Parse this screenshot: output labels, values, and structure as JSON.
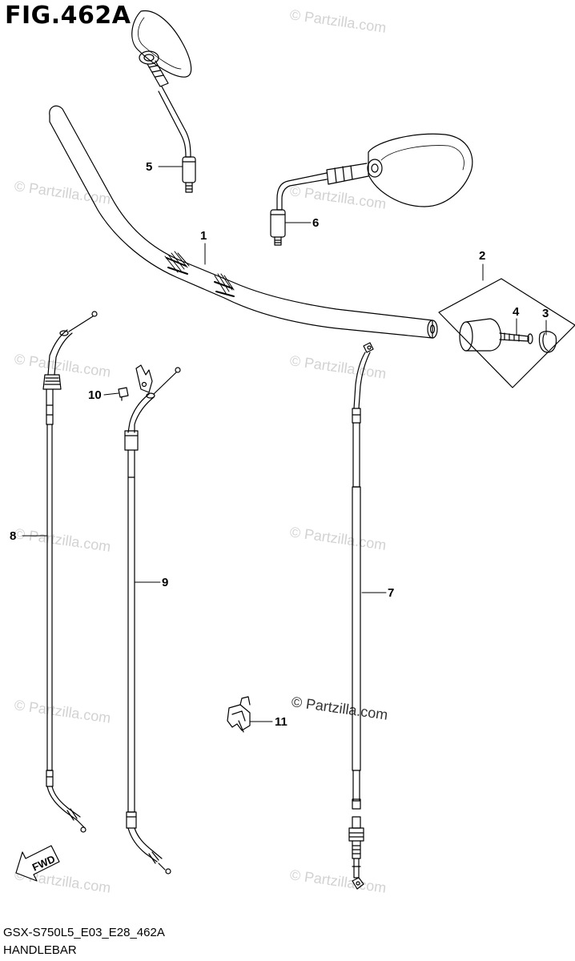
{
  "figure": {
    "title": "FIG.462A",
    "code": "GSX-S750L5_E03_E28_462A",
    "name": "HANDLEBAR"
  },
  "watermark": {
    "text": "© Partzilla.com"
  },
  "callouts": [
    {
      "id": "1",
      "label": "1"
    },
    {
      "id": "2",
      "label": "2"
    },
    {
      "id": "3",
      "label": "3"
    },
    {
      "id": "4",
      "label": "4"
    },
    {
      "id": "5",
      "label": "5"
    },
    {
      "id": "6",
      "label": "6"
    },
    {
      "id": "7",
      "label": "7"
    },
    {
      "id": "8",
      "label": "8"
    },
    {
      "id": "9",
      "label": "9"
    },
    {
      "id": "10",
      "label": "10"
    },
    {
      "id": "11",
      "label": "11"
    }
  ],
  "fwd_label": "FWD",
  "colors": {
    "line": "#000000",
    "watermark": "#d2d2d2",
    "background": "#ffffff"
  }
}
